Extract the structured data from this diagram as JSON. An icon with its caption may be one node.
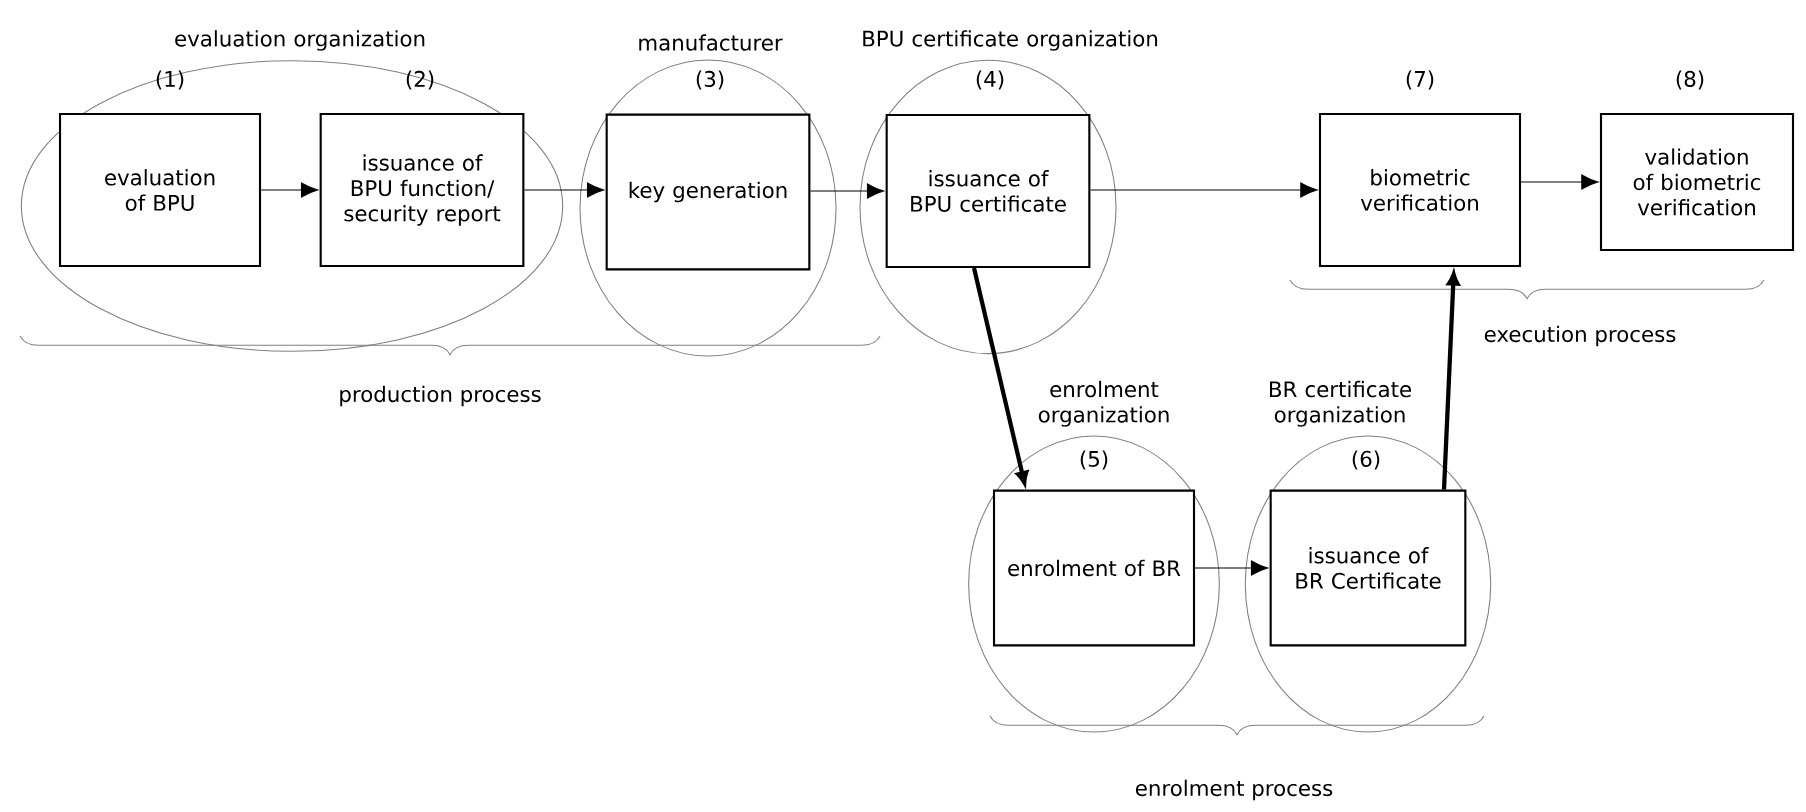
{
  "diagram": {
    "nodes": [
      {
        "text": [
          "evaluation organization"
        ]
      },
      {
        "text": [
          "evaluation of BPU"
        ],
        "in": 0,
        "beside": [
          "(1)"
        ]
      },
      {
        "text": [
          "issuance of BPU function/ security report"
        ],
        "in": 0,
        "beside": [
          "(2)"
        ]
      },
      {
        "text": [
          "manufacturer"
        ]
      },
      {
        "text": [
          "key generation"
        ],
        "in": 3,
        "beside": [
          "(3)"
        ]
      },
      {
        "text": [
          "BPU certificate organization"
        ]
      },
      {
        "text": [
          "issuance of BPU certificate"
        ],
        "in": 5,
        "beside": [
          "(4)"
        ]
      },
      {
        "text": [
          "biometric verification"
        ],
        "beside": [
          "(7)"
        ]
      },
      {
        "text": [
          "validation of biometric verification"
        ],
        "beside": [
          "(8)"
        ]
      },
      {
        "text": [
          "enrolment organization"
        ]
      },
      {
        "text": [
          "enrolment of BR"
        ],
        "in": 9,
        "beside": [
          "(5)"
        ]
      },
      {
        "text": [
          "BR certificate organization"
        ]
      },
      {
        "text": [
          "issuance of BR Certificate"
        ],
        "in": 11,
        "beside": [
          "(6)"
        ]
      }
    ],
    "edges": [
      {
        "from": 1,
        "to": 2,
        "arrow": "to"
      },
      {
        "from": 2,
        "to": 4,
        "arrow": "to"
      },
      {
        "from": 4,
        "to": 6,
        "arrow": "to"
      },
      {
        "from": 6,
        "to": 7,
        "arrow": "to"
      },
      {
        "from": 7,
        "to": 8,
        "arrow": "to"
      },
      {
        "from": 6,
        "to": 10,
        "arrow": "to",
        "style": "thick"
      },
      {
        "from": 10,
        "to": 12,
        "arrow": "to"
      },
      {
        "from": 12,
        "to": 7,
        "arrow": "to",
        "style": "thick"
      }
    ],
    "labels": [
      "production process",
      "execution process",
      "enrolment process"
    ]
  }
}
